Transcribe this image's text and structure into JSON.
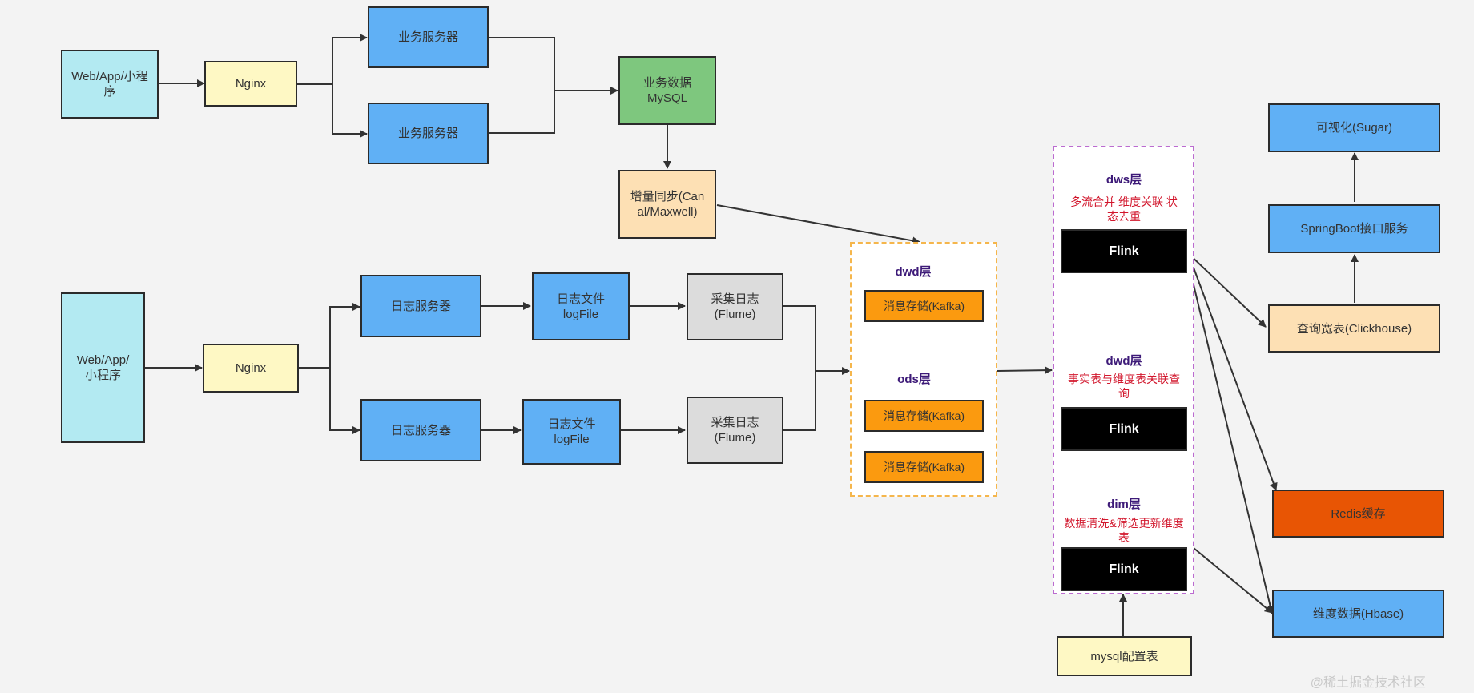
{
  "colors": {
    "edge": "#333333",
    "cyan": "#b3eaf2",
    "yellow": "#fef8c4",
    "blue": "#60b0f5",
    "green": "#7ec77e",
    "peach": "#fde0b4",
    "gray": "#dcdcdc",
    "orange": "#fb9a0f",
    "black": "#000000",
    "redorange": "#e85504",
    "kafka_group_border": "#f5b64c",
    "flink_group_border": "#bb6bd0",
    "layer_title": "#3d1a78",
    "layer_desc": "#d2172d"
  },
  "nodes": {
    "web_top": "Web/App/小程序",
    "nginx_top": "Nginx",
    "biz_server_1": "业务服务器",
    "biz_server_2": "业务服务器",
    "biz_mysql": "业务数据MySQL",
    "incr_sync": "增量同步(Canal/Maxwell)",
    "web_bottom": "Web/App/小程序",
    "nginx_bottom": "Nginx",
    "log_server_1": "日志服务器",
    "log_server_2": "日志服务器",
    "log_file_1": "日志文件logFile",
    "log_file_2": "日志文件logFile",
    "flume_1": "采集日志(Flume)",
    "flume_2": "采集日志(Flume)",
    "kafka_dwd": "消息存储(Kafka)",
    "kafka_ods_1": "消息存储(Kafka)",
    "kafka_ods_2": "消息存储(Kafka)",
    "flink_dws": "Flink",
    "flink_dwd": "Flink",
    "flink_dim": "Flink",
    "mysql_config": "mysql配置表",
    "sugar": "可视化(Sugar)",
    "springboot": "SpringBoot接口服务",
    "clickhouse": "查询宽表(Clickhouse)",
    "redis": "Redis缓存",
    "hbase": "维度数据(Hbase)"
  },
  "layers": {
    "kafka_dwd_title": "dwd层",
    "kafka_ods_title": "ods层",
    "flink_dws_title": "dws层",
    "flink_dws_desc": "多流合并 维度关联 状态去重",
    "flink_dwd_title": "dwd层",
    "flink_dwd_desc": "事实表与维度表关联查询",
    "flink_dim_title": "dim层",
    "flink_dim_desc": "数据清洗&筛选更新维度表"
  },
  "watermark": "@稀土掘金技术社区"
}
